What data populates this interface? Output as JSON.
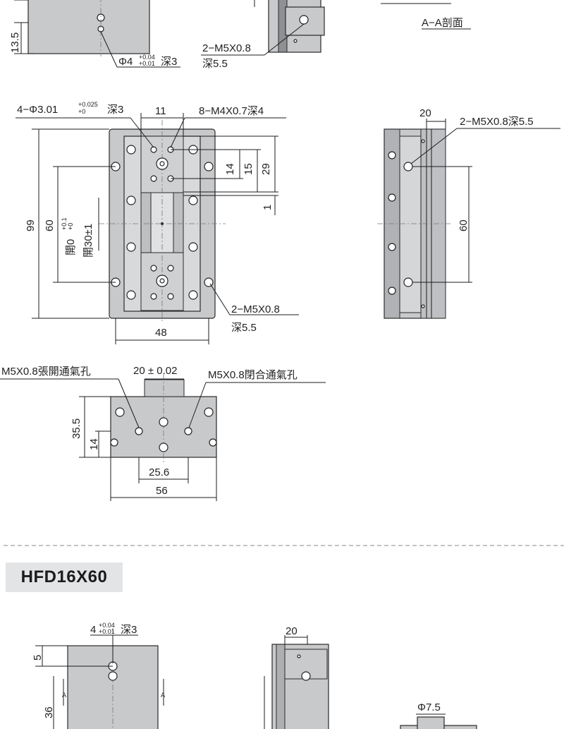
{
  "top": {
    "dim_13_5": "13.5",
    "hole_phi4_prefix": "Φ4",
    "hole_phi4_tol_up": "+0.04",
    "hole_phi4_tol_low": "+0.01",
    "hole_phi4_suffix": "深3",
    "side_tap_label": "2−M5X0.8",
    "side_tap_depth": "深5.5",
    "section_label": "A−A剖面"
  },
  "plan": {
    "pin_hole_prefix": "4−Φ3.01",
    "pin_hole_tol_up": "+0.025",
    "pin_hole_tol_low": "+0",
    "pin_hole_suffix": "深3",
    "dim_11": "11",
    "tap_label": "8−M4X0.7深4",
    "dim_14": "14",
    "dim_15": "15",
    "dim_29": "29",
    "dim_1": "1",
    "dim_99": "99",
    "dim_60": "60",
    "open_prefix": "開0",
    "open_tol_up": "+0.1",
    "open_tol_low": "+0",
    "open_30": "開30±1",
    "dim_48": "48",
    "bottom_tap_label": "2−M5X0.8",
    "bottom_tap_depth": "深5.5"
  },
  "side": {
    "dim_20": "20",
    "tap_label": "2−M5X0.8深5.5",
    "dim_60": "60"
  },
  "end": {
    "open_port_label": "M5X0.8張開通氣孔",
    "stroke_tol": "20 ± 0.02",
    "close_port_label": "M5X0.8閉合通氣孔",
    "dim_35_5": "35.5",
    "dim_14": "14",
    "dim_25_6": "25.6",
    "dim_56": "56"
  },
  "model": {
    "name": "HFD16X60"
  },
  "next": {
    "hole_prefix": "4",
    "hole_tol_up": "+0.04",
    "hole_tol_low": "+0.01",
    "hole_suffix": "深3",
    "dim_5": "5",
    "dim_36": "36",
    "section_a": "A",
    "dim_20": "20",
    "dim_phi7_5": "Φ7.5"
  }
}
